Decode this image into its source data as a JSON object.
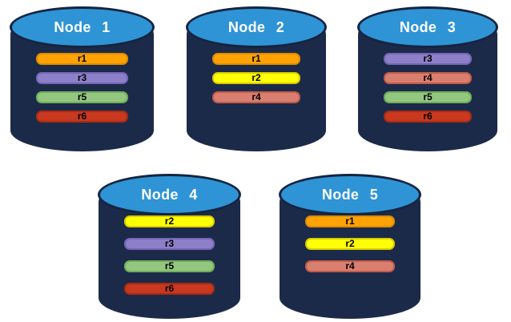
{
  "colors": {
    "cylinder_body": "#1C2A4A",
    "cylinder_top_fill": "#2E94D5",
    "cylinder_outline": "#162440",
    "node_title_text": "#FFFFFF",
    "replica_label_text": "#000000",
    "replicas": {
      "r1": {
        "fill": "#FFA305",
        "border": "#DE8D00"
      },
      "r2": {
        "fill": "#FFFF05",
        "border": "#D8CC00"
      },
      "r3": {
        "fill": "#8E80C8",
        "border": "#7566B6"
      },
      "r4": {
        "fill": "#D97F6F",
        "border": "#C35B48"
      },
      "r5": {
        "fill": "#93C77F",
        "border": "#6FAE58"
      },
      "r6": {
        "fill": "#C8391F",
        "border": "#A62B14"
      }
    }
  },
  "nodes": [
    {
      "title": "Node 1",
      "replicas": [
        {
          "id": "r1",
          "label": "r1"
        },
        {
          "id": "r3",
          "label": "r3"
        },
        {
          "id": "r5",
          "label": "r5"
        },
        {
          "id": "r6",
          "label": "r6"
        }
      ]
    },
    {
      "title": "Node 2",
      "replicas": [
        {
          "id": "r1",
          "label": "r1"
        },
        {
          "id": "r2",
          "label": "r2"
        },
        {
          "id": "r4",
          "label": "r4"
        }
      ]
    },
    {
      "title": "Node 3",
      "replicas": [
        {
          "id": "r3",
          "label": "r3"
        },
        {
          "id": "r4",
          "label": "r4"
        },
        {
          "id": "r5",
          "label": "r5"
        },
        {
          "id": "r6",
          "label": "r6"
        }
      ]
    },
    {
      "title": "Node 4",
      "replicas": [
        {
          "id": "r2",
          "label": "r2"
        },
        {
          "id": "r3",
          "label": "r3"
        },
        {
          "id": "r5",
          "label": "r5"
        },
        {
          "id": "r6",
          "label": "r6"
        }
      ]
    },
    {
      "title": "Node 5",
      "replicas": [
        {
          "id": "r1",
          "label": "r1"
        },
        {
          "id": "r2",
          "label": "r2"
        },
        {
          "id": "r4",
          "label": "r4"
        }
      ]
    }
  ]
}
